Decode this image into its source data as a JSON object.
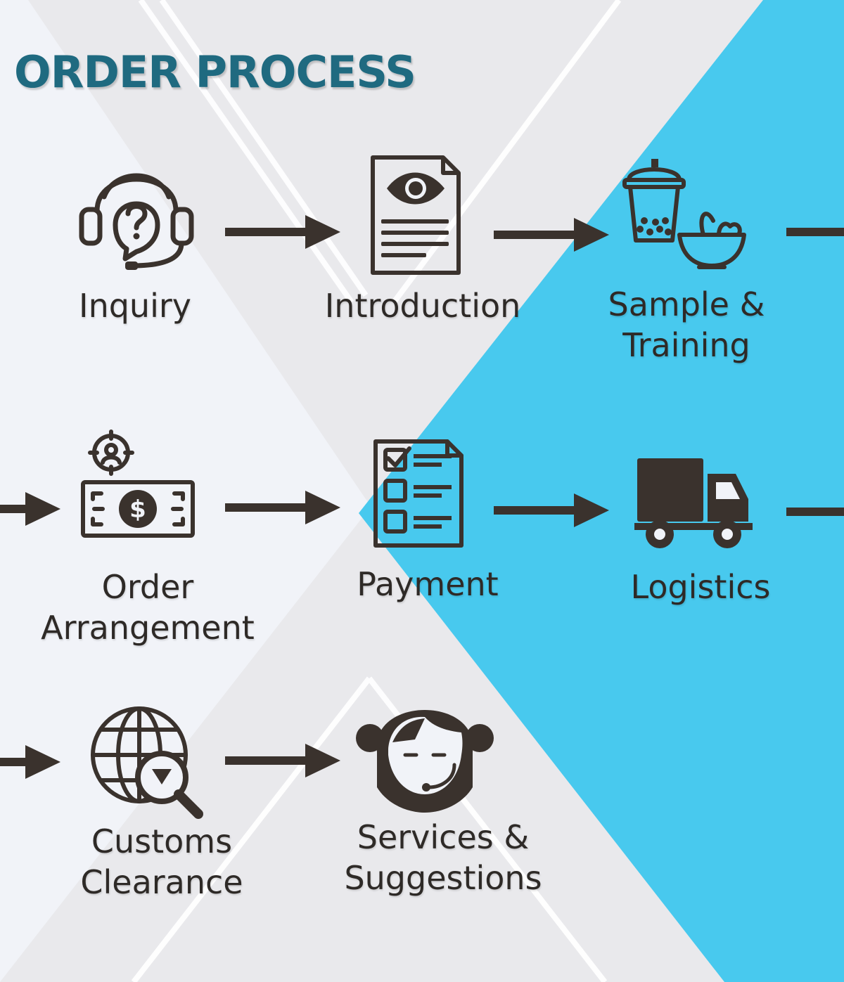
{
  "title": "ORDER PROCESS",
  "colors": {
    "background_light": "#f1f3f8",
    "background_gray": "#e9e9ec",
    "accent_blue": "#48c9ee",
    "title": "#1f6a80",
    "icon": "#3a322d",
    "text": "#2e2a27"
  },
  "steps": [
    {
      "icon": "headset-question-icon",
      "lines": [
        "Inquiry"
      ]
    },
    {
      "icon": "document-eye-icon",
      "lines": [
        "Introduction"
      ]
    },
    {
      "icon": "bubble-tea-bowl-icon",
      "lines": [
        "Sample &",
        "Training"
      ]
    },
    {
      "icon": "money-target-icon",
      "lines": [
        "Order",
        "Arrangement"
      ]
    },
    {
      "icon": "checklist-icon",
      "lines": [
        "Payment"
      ]
    },
    {
      "icon": "truck-icon",
      "lines": [
        "Logistics"
      ]
    },
    {
      "icon": "globe-search-icon",
      "lines": [
        "Customs",
        "Clearance"
      ]
    },
    {
      "icon": "support-agent-icon",
      "lines": [
        "Services &",
        "Suggestions"
      ]
    }
  ]
}
